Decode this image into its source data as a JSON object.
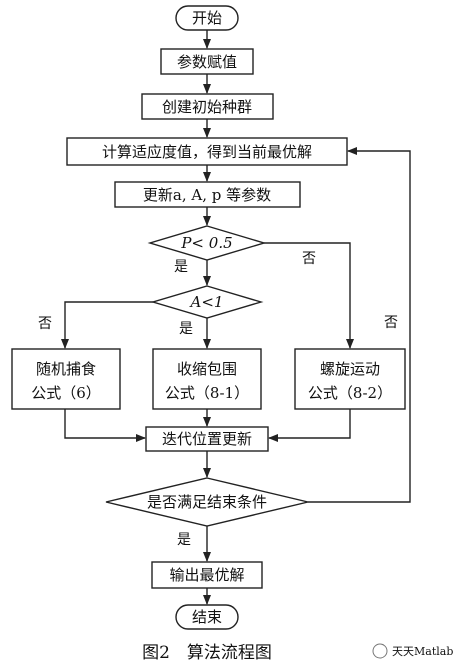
{
  "flowchart": {
    "start": "开始",
    "assign_params": "参数赋值",
    "init_population": "创建初始种群",
    "compute_fitness": "计算适应度值，得到当前最优解",
    "update_params": "更新a, A, p 等参数",
    "cond_p": "P< 0.5",
    "cond_a": "A<1",
    "yes": "是",
    "no": "否",
    "random_search_line1": "随机捕食",
    "random_search_line2": "公式（6）",
    "shrink_line1": "收缩包围",
    "shrink_line2": "公式（8-1）",
    "spiral_line1": "螺旋运动",
    "spiral_line2": "公式（8-2）",
    "iterate_update": "迭代位置更新",
    "check_end": "是否满足结束条件",
    "output_best": "输出最优解",
    "end": "结束"
  },
  "caption": "图2　算法流程图",
  "watermark": "天天Matlab",
  "colors": {
    "stroke": "#222222",
    "text": "#111111"
  }
}
